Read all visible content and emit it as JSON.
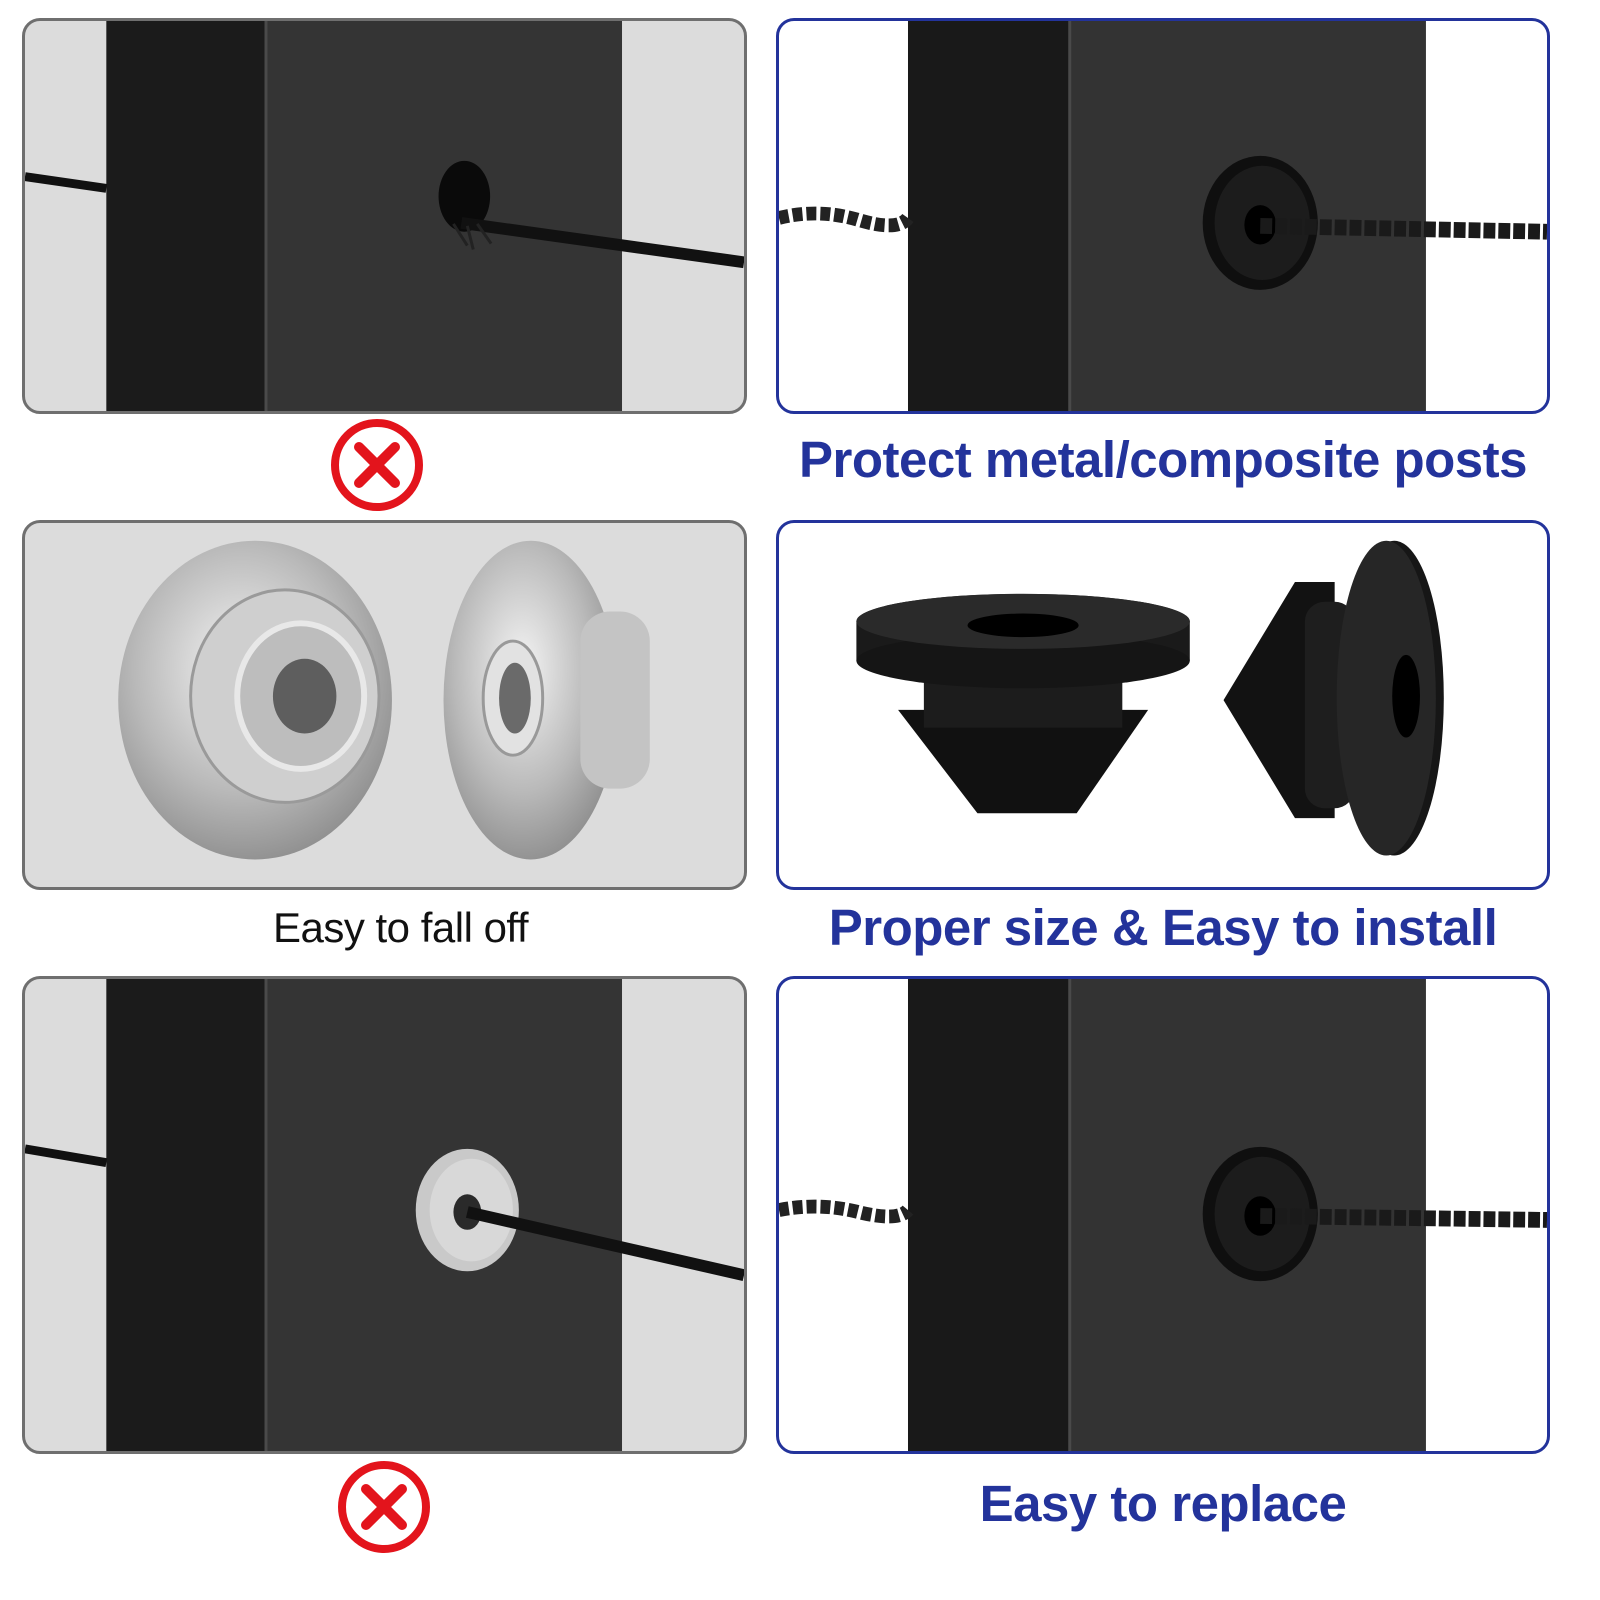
{
  "captions": {
    "protect_posts": "Protect metal/composite posts",
    "easy_fall_off": "Easy to fall off",
    "proper_size": "Proper size & Easy to install",
    "easy_replace": "Easy to replace"
  },
  "icons": {
    "wrong_mark": "x-circle-icon"
  },
  "colors": {
    "accent_blue": "#23339b",
    "wrong_red": "#e3141c",
    "bad_border": "#6f6f6f",
    "post_dark": "#333333",
    "post_black": "#1a1a1a"
  }
}
